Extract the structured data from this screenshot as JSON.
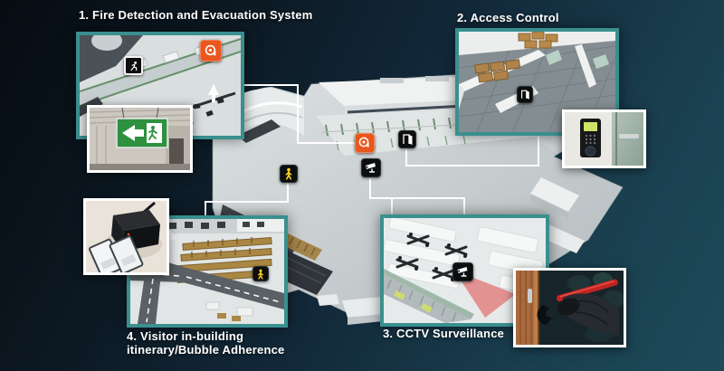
{
  "callouts": [
    {
      "id": "fire",
      "title": "1. Fire Detection and Evacuation System"
    },
    {
      "id": "access",
      "title": "2. Access Control"
    },
    {
      "id": "cctv",
      "title": "3. CCTV Surveillance"
    },
    {
      "id": "visitor",
      "title_line1": "4. Visitor in-building",
      "title_line2": "itinerary/Bubble Adherence"
    }
  ],
  "icons": {
    "fire_alarm": {
      "name": "fire-alarm-icon",
      "glyph": "alarm-bell",
      "bg": "#e8571e",
      "fg": "#ffffff"
    },
    "door_access": {
      "name": "door-access-icon",
      "glyph": "open-door",
      "bg": "#0c0d0e",
      "fg": "#ffffff"
    },
    "cctv_camera": {
      "name": "cctv-camera-icon",
      "glyph": "cctv-camera",
      "bg": "#0c0d0e",
      "fg": "#ffffff"
    },
    "person": {
      "name": "walking-person-icon",
      "glyph": "walking-person",
      "bg": "#0c0d0e",
      "fg": "#ffd21e"
    },
    "exit_route": {
      "name": "exit-route-icon",
      "glyph": "running-man",
      "bg": "#0c0d0e",
      "fg": "#ffffff"
    }
  },
  "colors": {
    "background_dark": "#060c12",
    "background_teal": "#1d4a59",
    "panel_border": "#3a8f8f",
    "photo_border": "#ffffff",
    "connector": "#ffffff",
    "fire_icon": "#e8571e",
    "person_yellow": "#ffd21e",
    "exit_sign_green": "#2e9140",
    "cctv_beam_red": "#e05c5c"
  }
}
